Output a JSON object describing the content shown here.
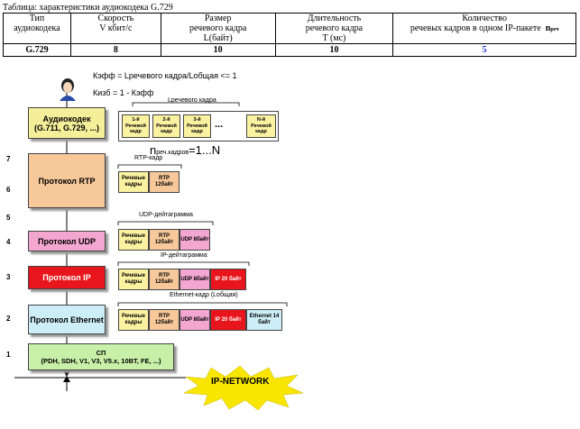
{
  "table": {
    "caption": "Таблица: характеристики аудиокодека G.729",
    "headers": [
      {
        "line1": "Тип",
        "line2": "аудиокодека",
        "line3": ""
      },
      {
        "line1": "Скорость",
        "line2": "V кбит/с",
        "line3": ""
      },
      {
        "line1": "Размер",
        "line2": "речевого кадра",
        "line3": "L(байт)"
      },
      {
        "line1": "Длительность",
        "line2": "речевого кадра",
        "line3": "T (мс)"
      },
      {
        "line1": "Количество",
        "line2": "речевых кадров в одном IP-пакете",
        "sym": "n",
        "sub": "реч"
      }
    ],
    "values": [
      "G.729",
      "8",
      "10",
      "10",
      "5"
    ]
  },
  "diagram": {
    "formula1": "Кэфф = Lречевого кадра/Lобщая <= 1",
    "formula2": "Кизб = 1 - Кэфф",
    "voice_frame_label": "Lречевого кадра",
    "voice_cells": [
      "1-й Речевой кадр",
      "2-й Речевой кадр",
      "3-й Речевой кадр",
      "N-й Речевой кадр"
    ],
    "ellipsis": "...",
    "n_formula_main": "n",
    "n_formula_sub": "реч.кадров",
    "n_formula_tail": "=1...N",
    "layer_numbers": [
      "7",
      "6",
      "5",
      "4",
      "3",
      "2",
      "1"
    ],
    "layers": {
      "codec": "Аудиокодек (G.711, G.729, ...)",
      "rtp": "Протокол RTP",
      "udp": "Протокол UDP",
      "ip": "Протокол IP",
      "eth": "Протокол Ethernet",
      "sp_title": "СП",
      "sp_list": "(PDH, SDH, V1, V3, V5.x, 10BT, FE, ...)"
    },
    "labels": {
      "rtp_frame": "RTP-кадр",
      "udp_datagram": "UDP-дейтаграмма",
      "ip_datagram": "IP-дейтаграмма",
      "eth_frame": "Ethernet-кадр (Lобщая)"
    },
    "cells": {
      "rech": "Речевые кадры",
      "rtp": "RTP 12байт",
      "udp": "UDP 8байт",
      "ip": "IP 20 байт",
      "eth": "Ethernet 14 байт"
    },
    "network": "IP-NETWORK",
    "colors": {
      "codec": "#f5ef9a",
      "rtp": "#f7c89a",
      "udp": "#f3a7d0",
      "ip": "#e8161c",
      "eth": "#cdeef6",
      "sp": "#c8f0a8",
      "network": "#f8e600"
    }
  }
}
